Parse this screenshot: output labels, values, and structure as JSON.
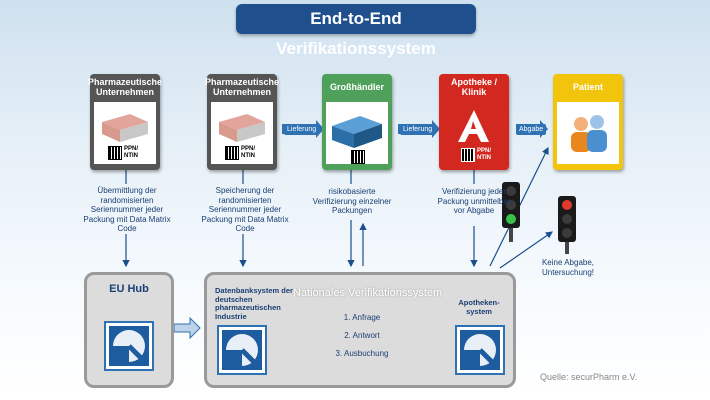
{
  "title": "End-to-End Verifikationssystem",
  "cards": [
    {
      "label": "Pharmazeutische Unternehmen",
      "color": "#555555",
      "code": "PPN/\nNTIN"
    },
    {
      "label": "Pharmazeutische Unternehmen",
      "color": "#555555",
      "code": "PPN/\nNTIN"
    },
    {
      "label": "Großhändler",
      "color": "#4ea05a",
      "code": ""
    },
    {
      "label": "Apotheke / Klinik",
      "color": "#d3281f",
      "code": "PPN/\nNTIN"
    },
    {
      "label": "Patient",
      "color": "#f2c40c",
      "code": ""
    }
  ],
  "arrow_labels": {
    "lieferung1": "Lieferung",
    "lieferung2": "Lieferung",
    "abgabe": "Abgabe"
  },
  "notes": {
    "n1": "Übermittlung der randomisierten Seriennummer jeder Packung mit Data Matrix Code",
    "n2": "Speicherung der randomisierten Seriennummer jeder Packung mit Data Matrix Code",
    "n3": "risikobasierte Verifizierung einzelner Packungen",
    "n4": "Verifizierung jeder Packung unmittelbar vor Abgabe",
    "n5": "Keine Abgabe, Untersuchung!"
  },
  "eu_hub": "EU Hub",
  "national": {
    "title": "Nationales Verifikationssystem",
    "db_label": "Datenbanksystem der deutschen pharmazeutischen Industrie",
    "apo_label": "Apotheken-system",
    "messages": [
      "1. Anfrage",
      "2. Antwort",
      "3. Ausbuchung"
    ]
  },
  "source": "Quelle: securPharm e.V."
}
